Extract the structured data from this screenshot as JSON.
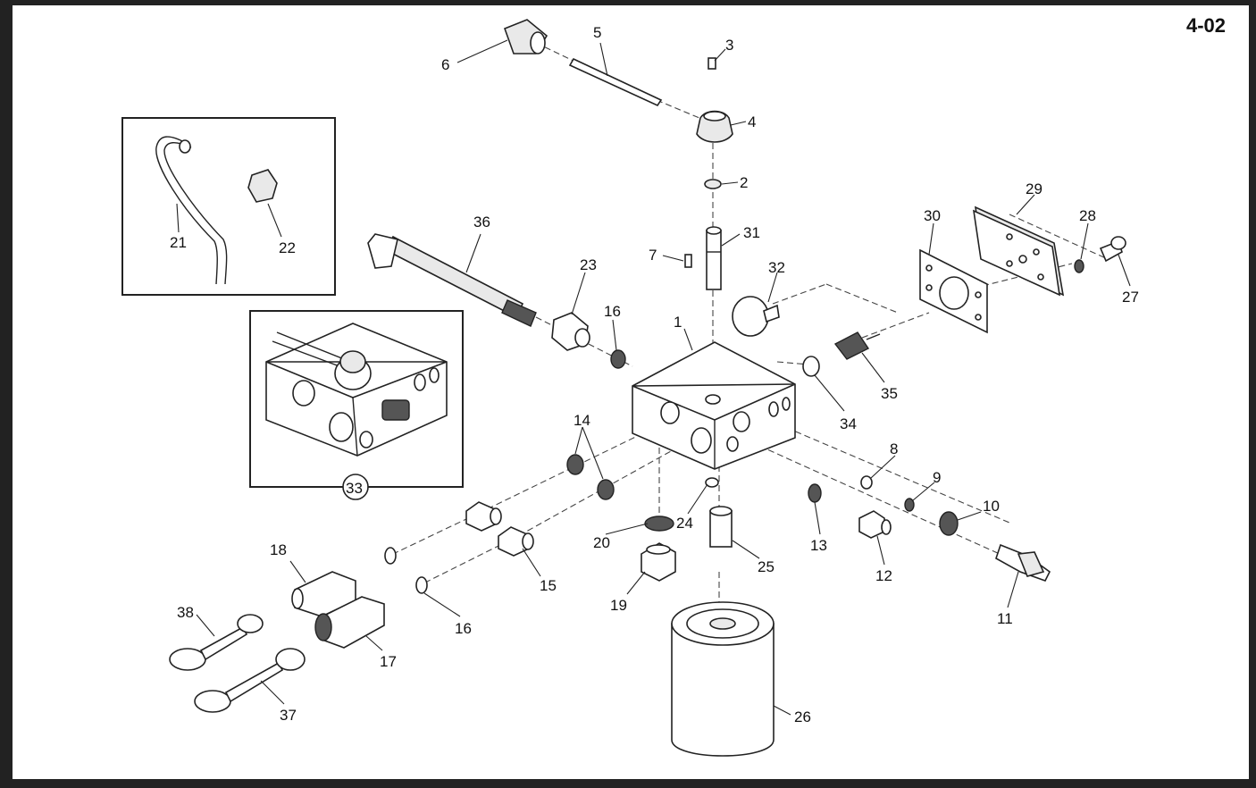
{
  "page_number": "4-02",
  "callouts": {
    "c1": "1",
    "c2": "2",
    "c3": "3",
    "c4": "4",
    "c5": "5",
    "c6": "6",
    "c7": "7",
    "c8": "8",
    "c9": "9",
    "c10": "10",
    "c11": "11",
    "c12": "12",
    "c13": "13",
    "c14": "14",
    "c15": "15",
    "c16a": "16",
    "c16b": "16",
    "c17": "17",
    "c18": "18",
    "c19": "19",
    "c20": "20",
    "c21": "21",
    "c22": "22",
    "c23": "23",
    "c24": "24",
    "c25": "25",
    "c26": "26",
    "c27": "27",
    "c28": "28",
    "c29": "29",
    "c30": "30",
    "c31": "31",
    "c32": "32",
    "c33": "33",
    "c34": "34",
    "c35": "35",
    "c36": "36",
    "c37": "37",
    "c38": "38"
  },
  "colors": {
    "line": "#222222",
    "border": "#222222",
    "background": "#ffffff"
  }
}
